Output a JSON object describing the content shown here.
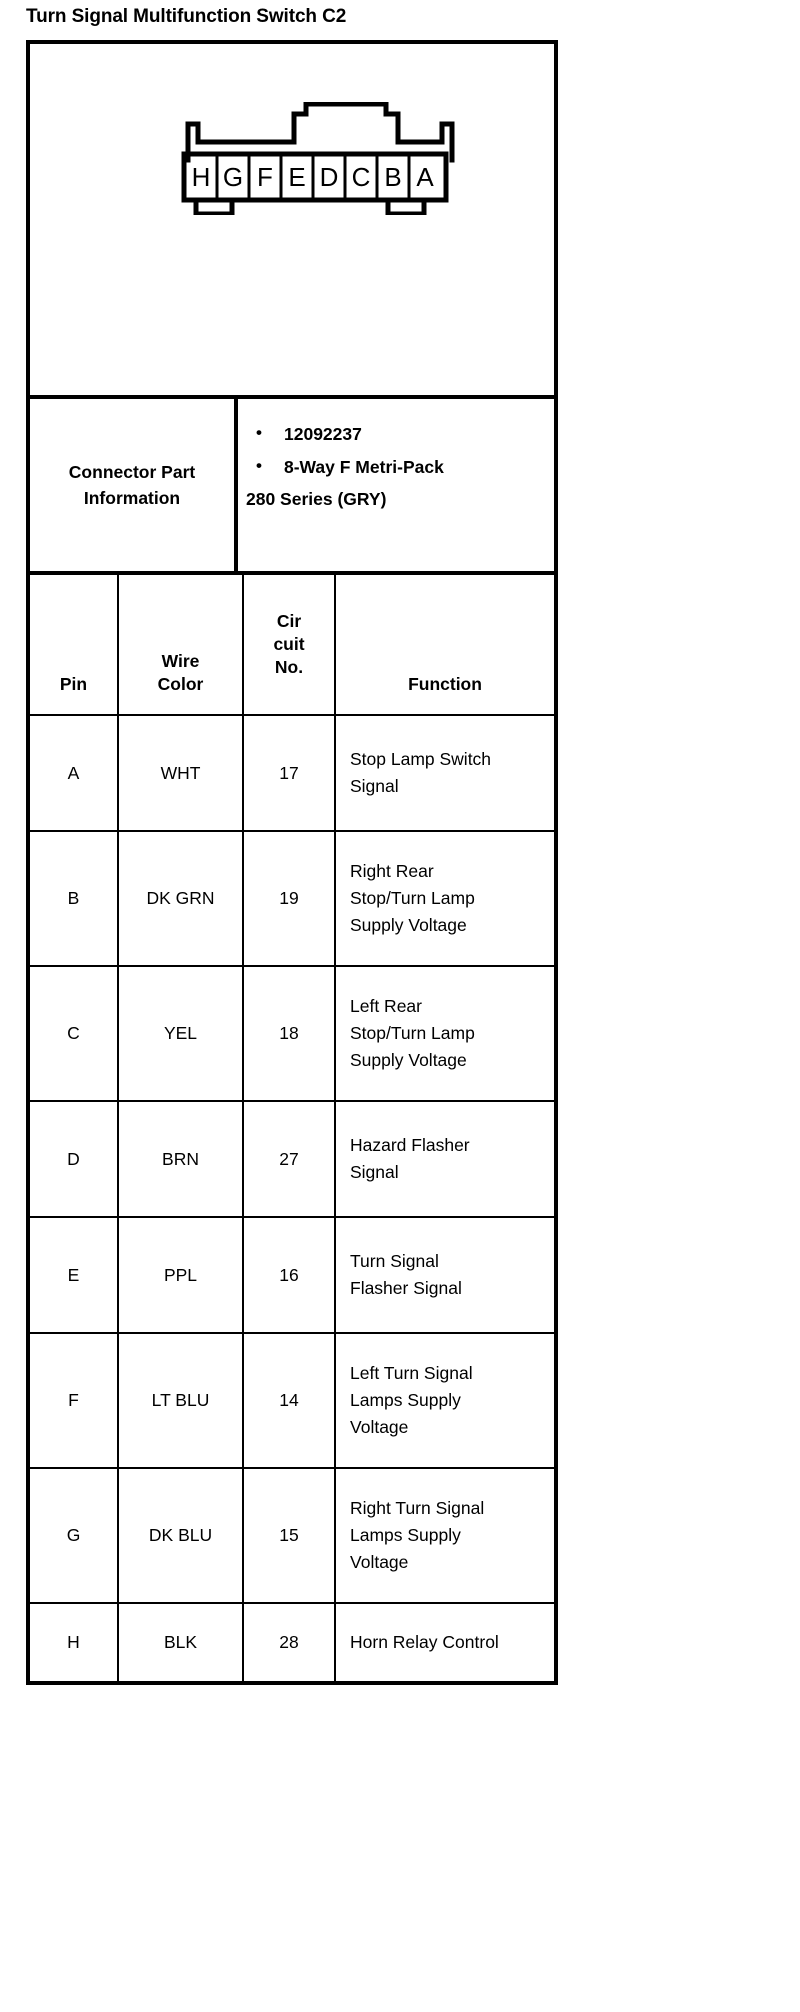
{
  "document": {
    "title": "Turn Signal Multifunction Switch C2"
  },
  "connector_diagram": {
    "name": "8-way-connector-face-view",
    "cavity_labels": [
      "H",
      "G",
      "F",
      "E",
      "D",
      "C",
      "B",
      "A"
    ]
  },
  "connector_part_information": {
    "label_line1": "Connector Part",
    "label_line2": "Information",
    "bullets": [
      "12092237",
      "8-Way F Metri-Pack"
    ],
    "continuation": "280 Series (GRY)"
  },
  "pin_table": {
    "headers": {
      "pin": "Pin",
      "wire_line1": "Wire",
      "wire_line2": "Color",
      "cir_line1": "Cir",
      "cir_line2": "cuit",
      "cir_line3": "No.",
      "function": "Function"
    },
    "rows": [
      {
        "pin": "A",
        "wire_color": "WHT",
        "circuit_no": "17",
        "function_lines": [
          "Stop Lamp Switch",
          "Signal"
        ],
        "height_class": "h2"
      },
      {
        "pin": "B",
        "wire_color": "DK GRN",
        "circuit_no": "19",
        "function_lines": [
          "Right Rear",
          "Stop/Turn Lamp",
          "Supply Voltage"
        ],
        "height_class": "h3"
      },
      {
        "pin": "C",
        "wire_color": "YEL",
        "circuit_no": "18",
        "function_lines": [
          "Left Rear",
          "Stop/Turn Lamp",
          "Supply Voltage"
        ],
        "height_class": "h3"
      },
      {
        "pin": "D",
        "wire_color": "BRN",
        "circuit_no": "27",
        "function_lines": [
          "Hazard Flasher",
          "Signal"
        ],
        "height_class": "h2"
      },
      {
        "pin": "E",
        "wire_color": "PPL",
        "circuit_no": "16",
        "function_lines": [
          "Turn Signal",
          "Flasher Signal"
        ],
        "height_class": "h2"
      },
      {
        "pin": "F",
        "wire_color": "LT BLU",
        "circuit_no": "14",
        "function_lines": [
          "Left Turn Signal",
          "Lamps Supply",
          "Voltage"
        ],
        "height_class": "h3"
      },
      {
        "pin": "G",
        "wire_color": "DK BLU",
        "circuit_no": "15",
        "function_lines": [
          "Right Turn Signal",
          "Lamps Supply",
          "Voltage"
        ],
        "height_class": "h3"
      },
      {
        "pin": "H",
        "wire_color": "BLK",
        "circuit_no": "28",
        "function_lines": [
          "Horn Relay Control"
        ],
        "height_class": "h1"
      }
    ]
  },
  "colors": {
    "ink": "#000000",
    "paper": "#ffffff"
  }
}
